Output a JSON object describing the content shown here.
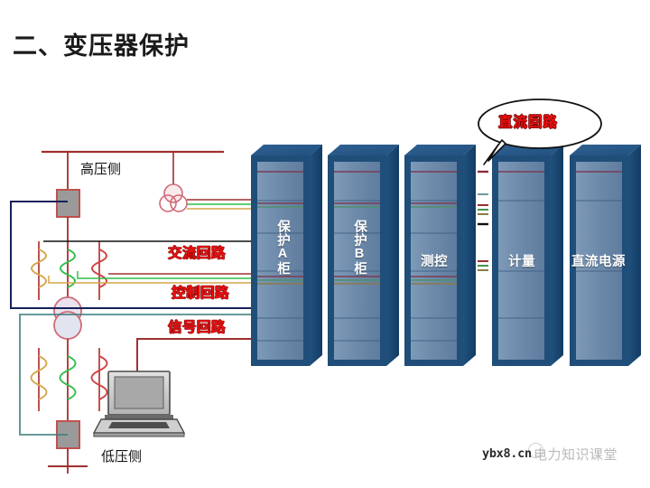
{
  "page": {
    "title": "二、变压器保护",
    "background": "#ffffff"
  },
  "colors": {
    "title_text": "#1a1a1a",
    "circuit_label_red": "#ee1111",
    "primary_wire_red": "#a03030",
    "phase_a_yellow": "#d6a54a",
    "phase_b_green": "#2fbf4a",
    "phase_c_red": "#d04040",
    "control_navy": "#15205a",
    "signal_teal": "#3f7f80",
    "cabinet_frame": "#1f4e79",
    "cabinet_face": "#6b89ad",
    "cabinet_top": "#2f6394",
    "laptop_body": "#d2d2d2",
    "laptop_screen": "#a8a8a8",
    "breaker_fill": "#9a9a9a"
  },
  "high_voltage": {
    "label": "高压侧"
  },
  "low_voltage": {
    "label": "低压侧"
  },
  "circuit_labels": [
    {
      "id": "ac-circuit",
      "label": "交流回路"
    },
    {
      "id": "control-circuit",
      "label": "控制回路"
    },
    {
      "id": "signal-circuit",
      "label": "信号回路"
    }
  ],
  "callout": {
    "label": "直流回路"
  },
  "cabinets": [
    {
      "id": "protection-a",
      "label": "保护A柜",
      "orientation": "vertical"
    },
    {
      "id": "protection-b",
      "label": "保护B柜",
      "orientation": "vertical"
    },
    {
      "id": "measure-control",
      "label": "测控",
      "orientation": "horizontal"
    },
    {
      "id": "metering",
      "label": "计量",
      "orientation": "horizontal"
    },
    {
      "id": "dc-power",
      "label": "直流电源",
      "orientation": "horizontal"
    }
  ],
  "devices": {
    "laptop": "laptop-icon",
    "hv_breaker": "circuit-breaker-icon",
    "lv_breaker": "circuit-breaker-icon",
    "voltage_transformer": "voltage-transformer-icon",
    "power_transformer": "power-transformer-icon",
    "current_transformers": "current-transformer-icon"
  },
  "watermark": {
    "domain": "ybx8.cn",
    "site_name": "电力知识课堂"
  }
}
